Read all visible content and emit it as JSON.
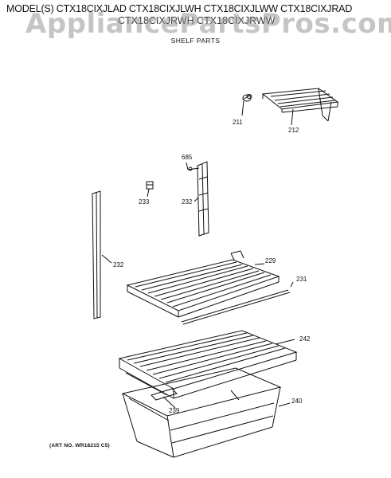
{
  "header": {
    "models_line1": "MODEL(S) CTX18CIXJLAD  CTX18CIXJLWH  CTX18CIXJLWW  CTX18CIXJRAD",
    "models_line2": "CTX18CIXJRWH  CTX18CIXJRWW",
    "watermark": "AppliancePartsPros.com",
    "section_title": "SHELF PARTS"
  },
  "parts": [
    {
      "number": "211"
    },
    {
      "number": "212"
    },
    {
      "number": "685"
    },
    {
      "number": "233"
    },
    {
      "number": "232"
    },
    {
      "number": "232"
    },
    {
      "number": "229"
    },
    {
      "number": "231"
    },
    {
      "number": "242"
    },
    {
      "number": "239"
    },
    {
      "number": "240"
    }
  ],
  "footer": {
    "art_number": "(ART NO. WR18215 C5)"
  }
}
